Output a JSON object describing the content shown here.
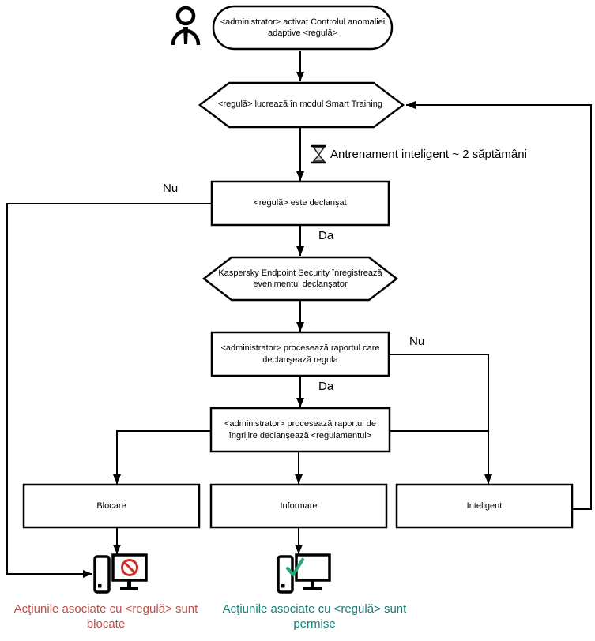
{
  "flow": {
    "start_node": "<administrator> activat Controlul anomaliei adaptive <regulă>",
    "smart_training_node": "<regulă> lucrează în modul Smart Training",
    "training_note": "Antrenament inteligent ~ 2 săptămâni",
    "rule_triggered_node": "<regulă> este declanşat",
    "event_logged_node": "Kaspersky Endpoint Security înregistrează evenimentul declanşator",
    "process_report_node": "<administrator> procesează raportul care declanşează regula",
    "process_care_report_node": "<administrator> procesează raportul de îngrijire declanşează <regulamentul>",
    "action_block": "Blocare",
    "action_inform": "Informare",
    "action_smart": "Inteligent",
    "label_no_left": "Nu",
    "label_yes_top": "Da",
    "label_no_right": "Nu",
    "label_yes_bottom": "Da",
    "caption_blocked": "Acţiunile asociate cu <regulă> sunt blocate",
    "caption_allowed": "Acţiunile asociate cu <regulă> sunt permise"
  },
  "icons": {
    "person": "person-icon",
    "hourglass": "hourglass-icon",
    "computer_blocked": "computer-blocked-icon",
    "computer_allowed": "computer-allowed-icon"
  },
  "colors": {
    "line": "#000000",
    "caption_blocked": "#c0504b",
    "caption_allowed": "#177e78",
    "prohibition_red": "#cc2f26",
    "check_green": "#2aa673"
  }
}
